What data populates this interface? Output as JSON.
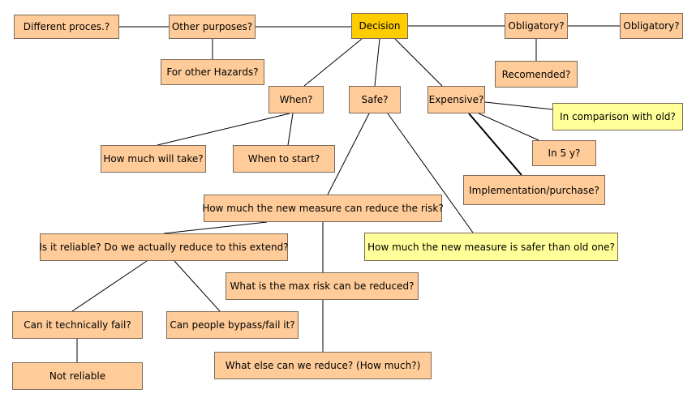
{
  "nodes": {
    "different_process": "Different proces.?",
    "other_purposes": "Other purposes?",
    "decision": "Decision",
    "obligatory_1": "Obligatory?",
    "obligatory_2": "Obligatory?",
    "other_hazards": "For other Hazards?",
    "recomended": "Recomended?",
    "when": "When?",
    "safe": "Safe?",
    "expensive": "Expensive?",
    "comparison_old": "In comparison with old?",
    "in_5y": "In 5 y?",
    "how_much_take": "How much will take?",
    "when_start": "When to start?",
    "implementation": "Implementation/purchase?",
    "reduce_risk": "How much the new measure can reduce the risk?",
    "safer_than_old": "How much the new measure is safer than old one?",
    "reliable": "Is it reliable? Do we actually reduce to this extend?",
    "max_risk": "What is the max risk can be reduced?",
    "technically_fail": "Can it technically fail?",
    "people_bypass": "Can people bypass/fail it?",
    "else_reduce": "What else can we reduce? (How much?)",
    "not_reliable": "Not reliable"
  },
  "colors": {
    "node_default": "#ffcc99",
    "node_highlight": "#ffff99",
    "node_root": "#ffcc00",
    "edge": "#000000"
  },
  "edges": [
    [
      "different_process",
      "other_purposes"
    ],
    [
      "other_purposes",
      "decision"
    ],
    [
      "decision",
      "obligatory_1"
    ],
    [
      "obligatory_1",
      "obligatory_2"
    ],
    [
      "other_purposes",
      "other_hazards"
    ],
    [
      "obligatory_1",
      "recomended"
    ],
    [
      "decision",
      "when"
    ],
    [
      "decision",
      "safe"
    ],
    [
      "decision",
      "expensive"
    ],
    [
      "expensive",
      "comparison_old"
    ],
    [
      "expensive",
      "in_5y"
    ],
    [
      "expensive",
      "implementation"
    ],
    [
      "when",
      "how_much_take"
    ],
    [
      "when",
      "when_start"
    ],
    [
      "safe",
      "reduce_risk"
    ],
    [
      "safe",
      "safer_than_old"
    ],
    [
      "reduce_risk",
      "reliable"
    ],
    [
      "reduce_risk",
      "max_risk"
    ],
    [
      "reliable",
      "technically_fail"
    ],
    [
      "reliable",
      "people_bypass"
    ],
    [
      "technically_fail",
      "not_reliable"
    ],
    [
      "max_risk",
      "else_reduce"
    ]
  ]
}
